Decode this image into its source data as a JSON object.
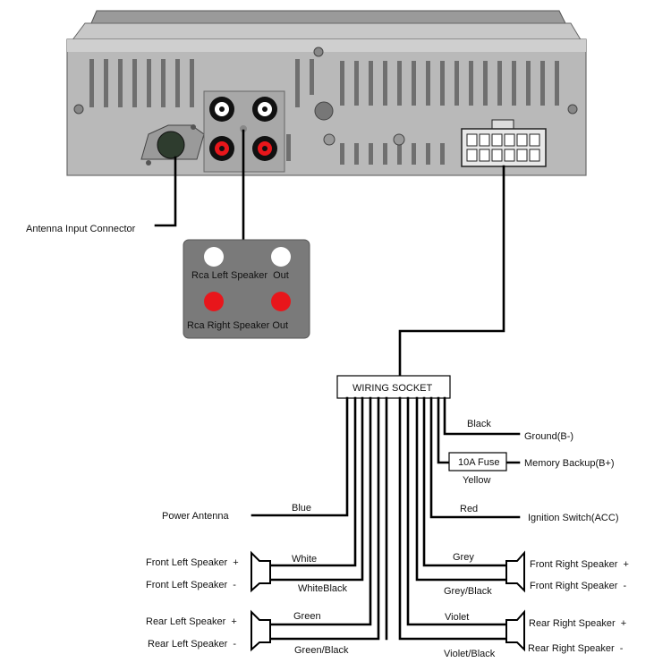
{
  "head_unit": {
    "antenna_label": "Antenna Input Connector"
  },
  "rca_box": {
    "left_label": "Rca Left Speaker  Out",
    "right_label": "Rca Right Speaker Out"
  },
  "socket": {
    "title": "WIRING SOCKET",
    "fuse": "10A Fuse"
  },
  "wires": {
    "black": "Black",
    "yellow": "Yellow",
    "red": "Red",
    "blue": "Blue",
    "white": "White",
    "white_black": "WhiteBlack",
    "green": "Green",
    "green_black": "Green/Black",
    "grey": "Grey",
    "grey_black": "Grey/Black",
    "violet": "Violet",
    "violet_black": "Violet/Black"
  },
  "functions": {
    "ground": "Ground(B-)",
    "memory": "Memory Backup(B+)",
    "ignition": "Ignition Switch(ACC)",
    "power_antenna": "Power Antenna",
    "front_left_pos": "Front Left Speaker  +",
    "front_left_neg": "Front Left Speaker  -",
    "rear_left_pos": "Rear Left Speaker  +",
    "rear_left_neg": "Rear Left Speaker  -",
    "front_right_pos": "Front Right Speaker  +",
    "front_right_neg": "Front Right Speaker  -",
    "rear_right_pos": "Rear Right Speaker  +",
    "rear_right_neg": "Rear Right Speaker  -"
  },
  "colors": {
    "chassis": "#b7b7b7",
    "chassis_dark": "#7d7d7d",
    "rca_white": "#ffffff",
    "rca_red": "#e8161b",
    "panel": "#7a7a7a",
    "wire": "#000000"
  }
}
